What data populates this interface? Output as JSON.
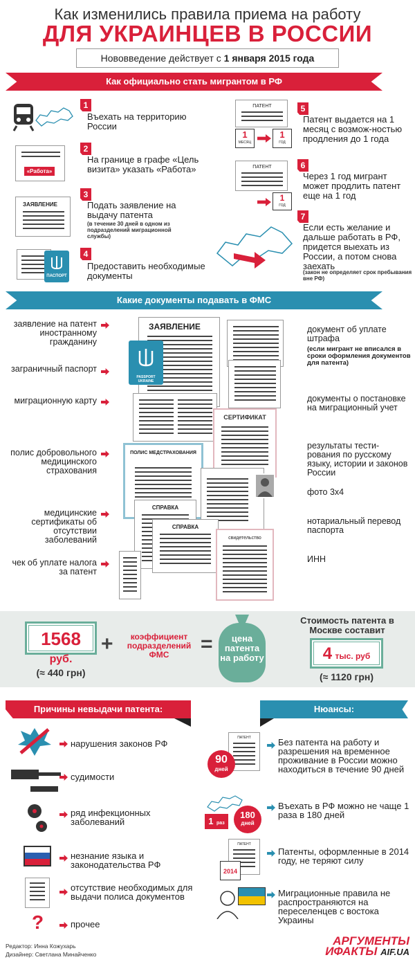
{
  "header": {
    "title_line1": "Как изменились правила приема на работу",
    "title_line2": "ДЛЯ УКРАИНЦЕВ В РОССИИ",
    "subtitle_prefix": "Нововведение действует с ",
    "subtitle_date": "1 января 2015 года"
  },
  "section1": {
    "title": "Как официально стать мигрантом в РФ",
    "steps": [
      {
        "num": "1",
        "text": "Въехать на территорию России",
        "note": ""
      },
      {
        "num": "2",
        "text": "На границе в графе «Цель визита» указать «Работа»",
        "note": ""
      },
      {
        "num": "3",
        "text": "Подать заявление на выдачу патента",
        "note": "(в течение 30 дней в одном из подразделений миграционной службы)"
      },
      {
        "num": "4",
        "text": "Предоставить необходимые документы",
        "note": ""
      },
      {
        "num": "5",
        "text": "Патент выдается на 1 месяц с возмож-ностью продления до 1 года",
        "note": ""
      },
      {
        "num": "6",
        "text": "Через 1 год мигрант может продлить патент еще на 1 год",
        "note": ""
      },
      {
        "num": "7",
        "text": "Если есть желание и дальше работать в РФ, придется выехать из России, а потом снова заехать",
        "note": "(закон не определяет срок пребывания вне РФ)"
      }
    ],
    "icon_labels": {
      "rabota": "«Работа»",
      "zayavlenie": "ЗАЯВЛЕНИЕ",
      "pasport": "ПАСПОРТ",
      "patent": "ПАТЕНТ",
      "cal_1": "1",
      "cal_month": "МЕСЯЦ",
      "cal_god": "ГОД"
    }
  },
  "section2": {
    "title": "Какие документы подавать в ФМС",
    "left_labels": [
      "заявление на патент иностранному гражданину",
      "заграничный паспорт",
      "миграционную карту",
      "полис добровольного медицинского страхования",
      "медицинские сертификаты об отсутствии заболеваний",
      "чек об уплате налога за патент"
    ],
    "right_labels": [
      "документ об уплате штрафа",
      "документы о постановке на миграционный учет",
      "результаты тести-рования по русскому языку, истории и законов России",
      "фото 3х4",
      "нотариальный перевод паспорта",
      "ИНН"
    ],
    "right_note": "(если мигрант не вписался в сроки оформления документов для патента)",
    "doc_titles": {
      "zayavlenie": "ЗАЯВЛЕНИЕ",
      "passport": "PASSPORT UKRAINE",
      "sertifikat": "СЕРТИФИКАТ",
      "polis": "ПОЛИС МЕДСТРАХОВАНИЯ",
      "spravka1": "СПРАВКА",
      "spravka2": "СПРАВКА",
      "svidetelstvo": "свидетельство"
    }
  },
  "cost": {
    "base_value": "1568",
    "base_unit": "руб.",
    "base_uah": "(≈ 440 грн)",
    "plus": "+",
    "coef_label": "коэффициент подразделений ФМС",
    "equals": "=",
    "result_label": "цена патента на работу",
    "moscow_title": "Стоимость патента в Москве составит",
    "moscow_value": "4",
    "moscow_unit": "тыс. руб",
    "moscow_uah": "(≈ 1120 грн)"
  },
  "reasons": {
    "title": "Причины невыдачи патента:",
    "items": [
      "нарушения законов РФ",
      "судимости",
      "ряд инфекционных заболеваний",
      "незнание языка и законодательства РФ",
      "отсутствие необходимых для выдачи полиса документов",
      "прочее"
    ]
  },
  "nuances": {
    "title": "Нюансы:",
    "items": [
      "Без патента на работу и разрешения на временное проживание в России можно находиться в течение 90 дней",
      "Въехать в РФ можно не чаще 1 раза в 180 дней",
      "Патенты, оформленные в 2014 году, не теряют силу",
      "Миграционные правила не распространяются на переселенцев с востока Украины"
    ],
    "badges": {
      "days90": "90",
      "days_word": "дней",
      "once": "1",
      "once_word": "раз",
      "days180": "180",
      "year2014": "2014",
      "patent": "ПАТЕНТ"
    }
  },
  "footer": {
    "editor": "Редактор: Инна Кожухарь",
    "designer": "Дизайнер: Светлана Минайченко",
    "logo_line1": "АРГУМЕНТЫ",
    "logo_line2": "ИФАКТЫ",
    "logo_site": "AIF.UA"
  },
  "colors": {
    "red": "#d9203a",
    "blue": "#2a8fb0",
    "green": "#6aae9a",
    "gray_band": "#e8ecea"
  }
}
